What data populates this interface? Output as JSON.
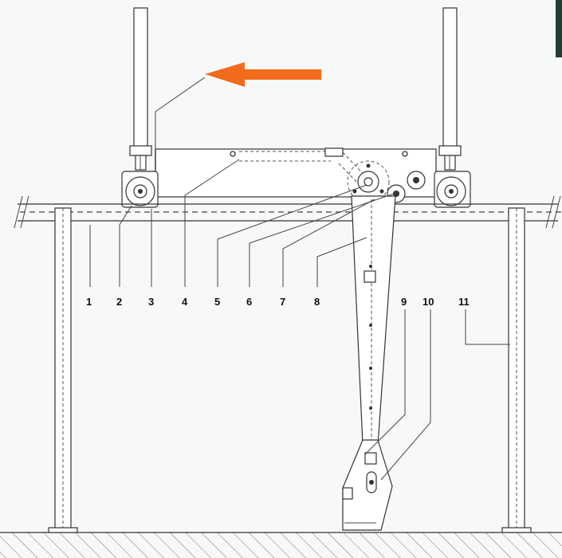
{
  "diagram": {
    "labels": [
      "1",
      "2",
      "3",
      "4",
      "5",
      "6",
      "7",
      "8",
      "9",
      "10",
      "11"
    ],
    "colors": {
      "arrow": "#f26a1b",
      "line": "#333333",
      "corner_block": "#1f4030",
      "hatch": "#777777",
      "background": "#f7f8f8"
    }
  }
}
